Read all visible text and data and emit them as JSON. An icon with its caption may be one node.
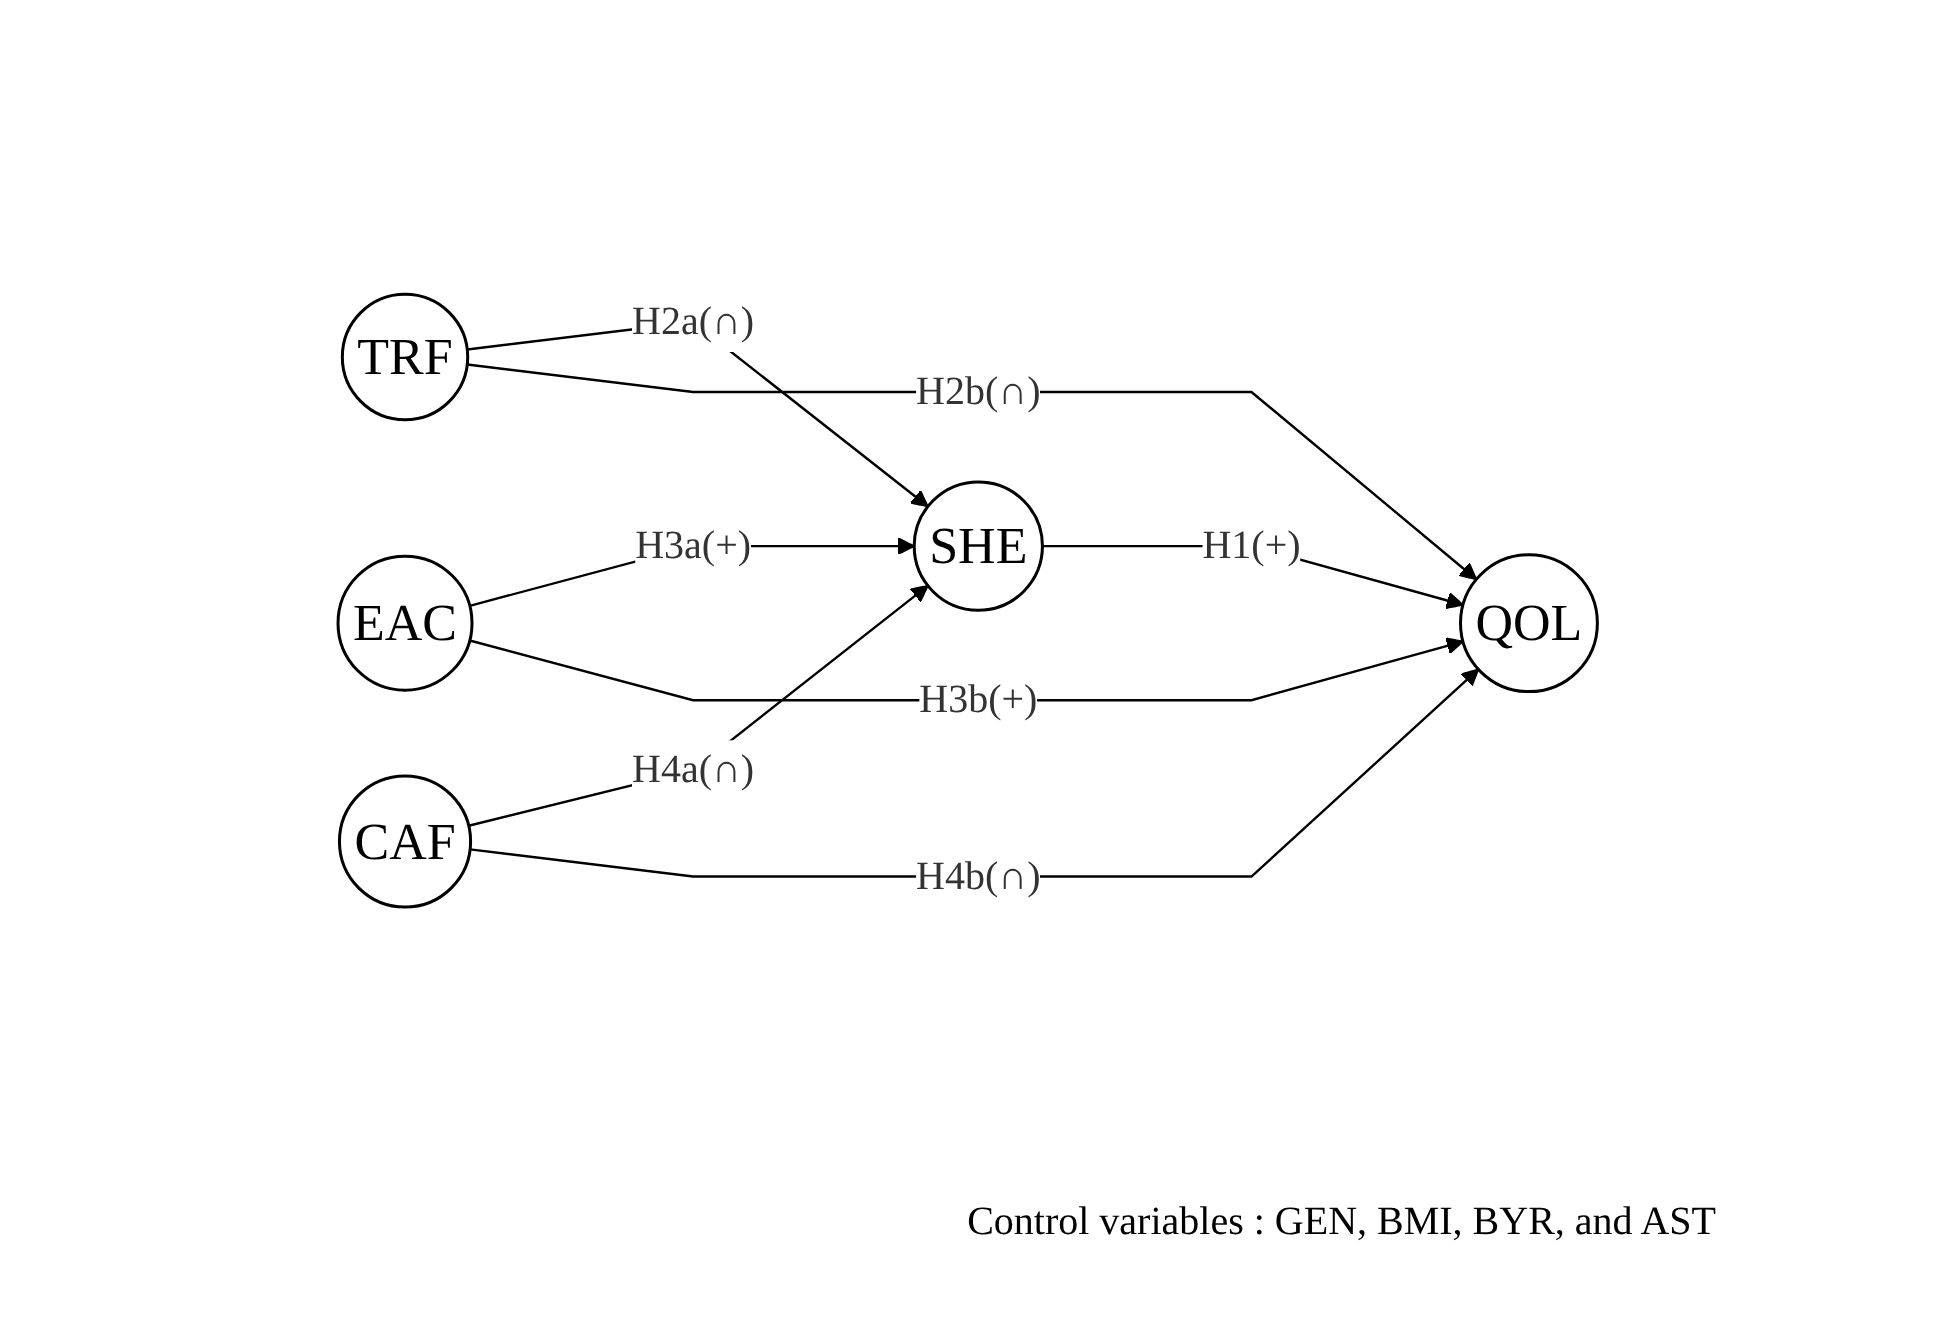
{
  "diagram": {
    "nodes": [
      {
        "text": [
          "TRF"
        ]
      },
      {
        "text": [
          "EAC"
        ]
      },
      {
        "text": [
          "CAF"
        ]
      },
      {
        "text": [
          "SHE"
        ]
      },
      {
        "text": [
          "QOL"
        ]
      }
    ],
    "edges": [
      {
        "from": 0,
        "to": 3,
        "arrow": "to",
        "label": "H2a(∩)"
      },
      {
        "from": 0,
        "to": 4,
        "arrow": "to",
        "label": "H2b(∩)"
      },
      {
        "from": 1,
        "to": 3,
        "arrow": "to",
        "label": "H3a(+)"
      },
      {
        "from": 1,
        "to": 4,
        "arrow": "to",
        "label": "H3b(+)"
      },
      {
        "from": 2,
        "to": 3,
        "arrow": "to",
        "label": "H4a(∩)"
      },
      {
        "from": 2,
        "to": 4,
        "arrow": "to",
        "label": "H4b(∩)"
      },
      {
        "from": 3,
        "to": 4,
        "arrow": "to",
        "label": "H1(+)"
      }
    ],
    "labels": [
      "Control variables : GEN, BMI, BYR, and AST"
    ]
  }
}
